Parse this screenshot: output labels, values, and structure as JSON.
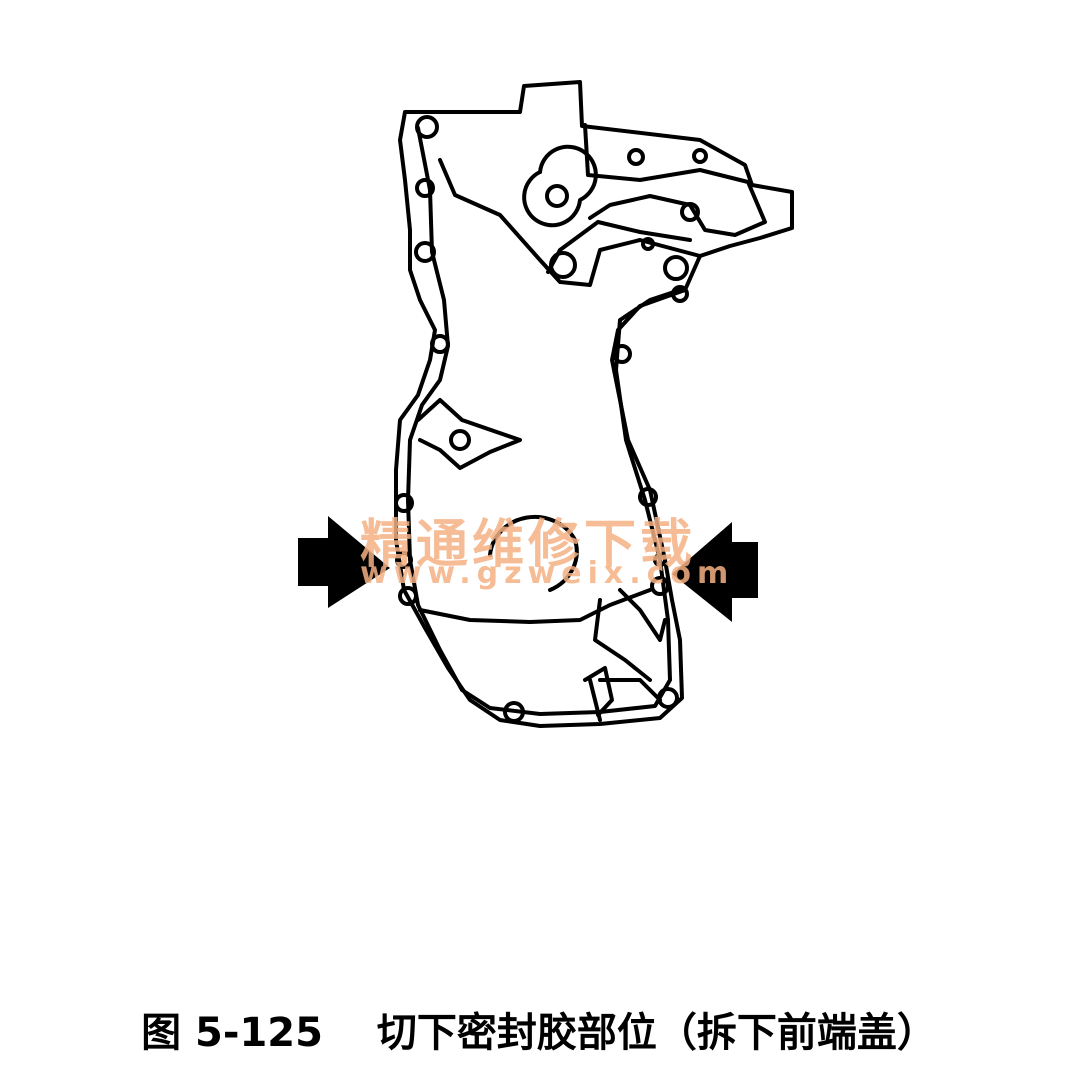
{
  "figure": {
    "label": "图 5-125",
    "title": "切下密封胶部位（拆下前端盖）"
  },
  "watermark": {
    "site_name": "精通维修下载",
    "url": "www.gzweix.com",
    "color": "#f4b183"
  },
  "icons": [
    "left-arrow-icon",
    "right-arrow-icon"
  ]
}
